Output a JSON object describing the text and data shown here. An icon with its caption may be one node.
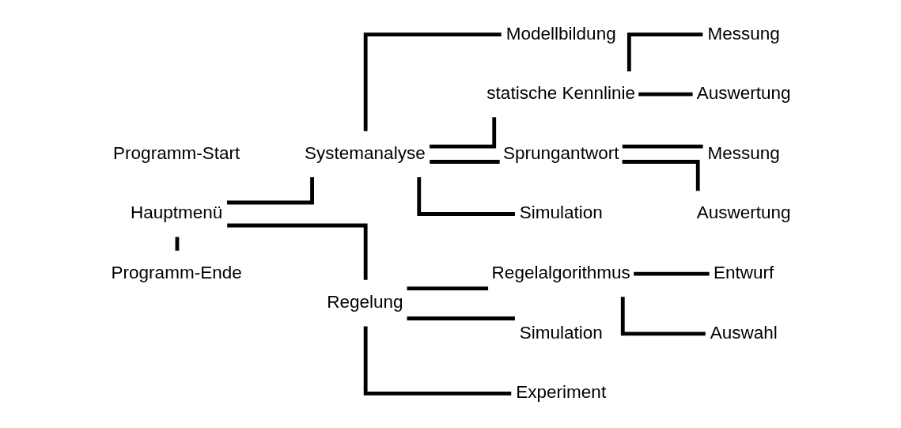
{
  "diagram": {
    "nodes": [
      {
        "text": [
          "Hauptmenü"
        ]
      },
      {
        "text": [
          "Systemanalyse"
        ]
      },
      {
        "text": [
          "Modellbildung"
        ]
      },
      {
        "text": [
          "statische Kennlinie"
        ]
      },
      {
        "text": [
          "Messung"
        ]
      },
      {
        "text": [
          "Auswertung"
        ]
      },
      {
        "text": [
          "Sprungantwort"
        ]
      },
      {
        "text": [
          "Messung"
        ]
      },
      {
        "text": [
          "Auswertung"
        ]
      },
      {
        "text": [
          "Simulation"
        ]
      },
      {
        "text": [
          "Regelung"
        ]
      },
      {
        "text": [
          "Regelalgorithmus"
        ]
      },
      {
        "text": [
          "Entwurf"
        ]
      },
      {
        "text": [
          "Auswahl"
        ]
      },
      {
        "text": [
          "Simulation"
        ]
      },
      {
        "text": [
          "Experiment"
        ]
      },
      {
        "text": [
          "Programm-Ende"
        ]
      }
    ],
    "edges": [
      {
        "from": 0,
        "to": 1,
        "arrow": "none"
      },
      {
        "from": 0,
        "to": 10,
        "arrow": "none"
      },
      {
        "from": 0,
        "to": 16,
        "arrow": "none"
      },
      {
        "from": 1,
        "to": 2,
        "arrow": "none"
      },
      {
        "from": 1,
        "to": 3,
        "arrow": "none"
      },
      {
        "from": 1,
        "to": 6,
        "arrow": "none"
      },
      {
        "from": 1,
        "to": 9,
        "arrow": "none"
      },
      {
        "from": 3,
        "to": 4,
        "arrow": "none"
      },
      {
        "from": 3,
        "to": 5,
        "arrow": "none"
      },
      {
        "from": 6,
        "to": 7,
        "arrow": "none"
      },
      {
        "from": 6,
        "to": 8,
        "arrow": "none"
      },
      {
        "from": 10,
        "to": 11,
        "arrow": "none"
      },
      {
        "from": 10,
        "to": 14,
        "arrow": "none"
      },
      {
        "from": 10,
        "to": 15,
        "arrow": "none"
      },
      {
        "from": 11,
        "to": 12,
        "arrow": "none"
      },
      {
        "from": 11,
        "to": 13,
        "arrow": "none"
      }
    ],
    "labels": [
      "Programm-Start"
    ]
  }
}
